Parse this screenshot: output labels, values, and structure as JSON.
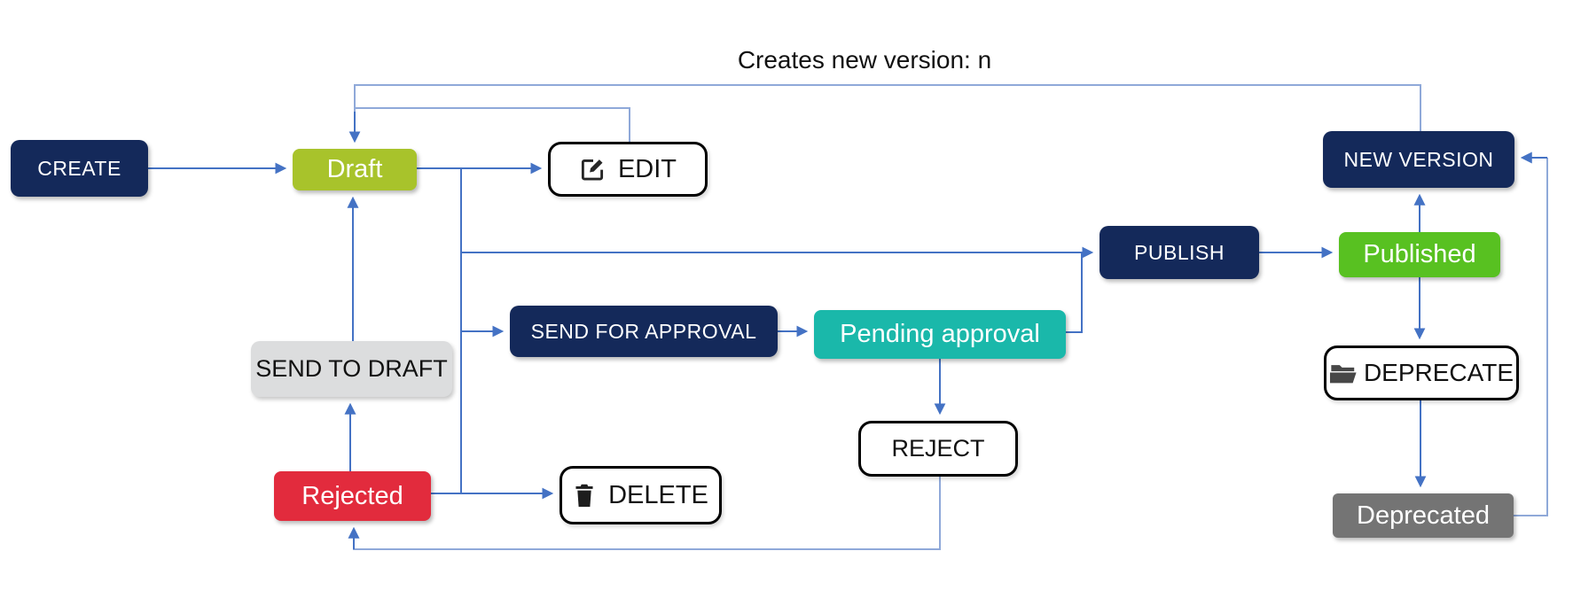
{
  "annotation": {
    "text": "Creates new version: n"
  },
  "nodes": {
    "create": {
      "label": "CREATE"
    },
    "draft": {
      "label": "Draft"
    },
    "edit": {
      "label": "EDIT",
      "icon": "pencil-square-icon"
    },
    "publish": {
      "label": "PUBLISH"
    },
    "published": {
      "label": "Published"
    },
    "send_for_approval": {
      "label": "SEND FOR APPROVAL"
    },
    "pending_approval": {
      "label": "Pending approval"
    },
    "send_to_draft": {
      "label": "SEND TO DRAFT"
    },
    "reject": {
      "label": "REJECT"
    },
    "rejected": {
      "label": "Rejected"
    },
    "delete": {
      "label": "DELETE",
      "icon": "trash-icon"
    },
    "new_version": {
      "label": "NEW VERSION"
    },
    "deprecate": {
      "label": "DEPRECATE",
      "icon": "open-folder-icon"
    },
    "deprecated": {
      "label": "Deprecated"
    }
  },
  "edges": [
    {
      "from": "create",
      "to": "draft"
    },
    {
      "from": "draft",
      "to": "edit"
    },
    {
      "from": "edit",
      "to": "draft"
    },
    {
      "from": "draft",
      "to": "publish"
    },
    {
      "from": "draft",
      "to": "send_for_approval"
    },
    {
      "from": "draft",
      "to": "delete"
    },
    {
      "from": "send_for_approval",
      "to": "pending_approval"
    },
    {
      "from": "pending_approval",
      "to": "publish"
    },
    {
      "from": "pending_approval",
      "to": "reject"
    },
    {
      "from": "reject",
      "to": "rejected"
    },
    {
      "from": "rejected",
      "to": "send_to_draft"
    },
    {
      "from": "rejected",
      "to": "delete"
    },
    {
      "from": "send_to_draft",
      "to": "draft"
    },
    {
      "from": "publish",
      "to": "published"
    },
    {
      "from": "published",
      "to": "new_version"
    },
    {
      "from": "published",
      "to": "deprecate"
    },
    {
      "from": "deprecate",
      "to": "deprecated"
    },
    {
      "from": "deprecated",
      "to": "new_version"
    },
    {
      "from": "new_version",
      "to": "draft",
      "label": "Creates new version: n"
    }
  ],
  "colors": {
    "navy": "#14295A",
    "lime": "#A8C32B",
    "green": "#58C121",
    "teal": "#1AB8AA",
    "red": "#E22B3D",
    "gray-light": "#DCDDDE",
    "gray-mid": "#747474",
    "arrow": "#4472C4",
    "line-light": "#8FA9D9",
    "text-dark": "#111111",
    "text-light": "#FFFFFF",
    "canvas": "#FFFFFF"
  }
}
